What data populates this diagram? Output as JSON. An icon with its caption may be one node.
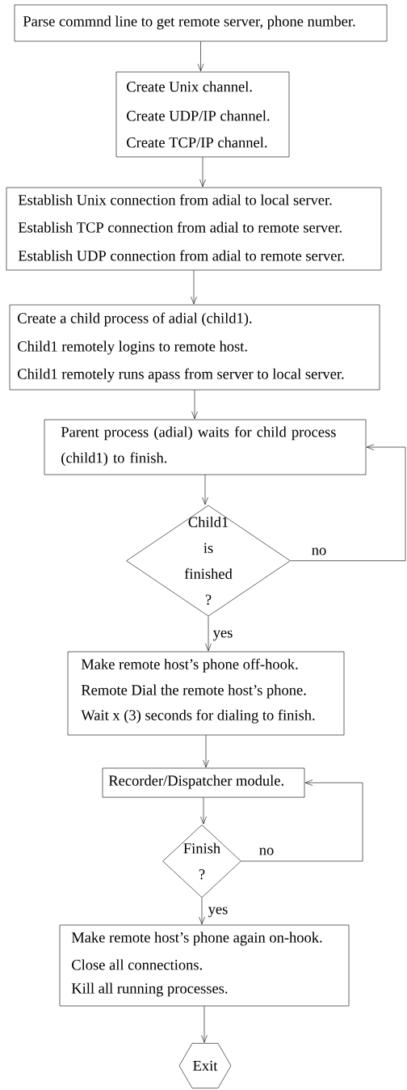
{
  "diagram": {
    "nodes": [
      {
        "text": [
          "Parse commnd line to get remote server, phone number."
        ]
      },
      {
        "text": [
          "Create Unix channel.",
          "Create UDP/IP channel.",
          "Create TCP/IP channel."
        ]
      },
      {
        "text": [
          "Establish Unix connection from adial to local server.",
          "Establish TCP connection from adial to remote server.",
          "Establish UDP connection from adial to remote server."
        ]
      },
      {
        "text": [
          "Create a child process of adial (child1).",
          "Child1 remotely logins to remote host.",
          "Child1 remotely runs apass from server to local server."
        ]
      },
      {
        "text": [
          "Parent process (adial) waits for child process (child1) to finish."
        ]
      },
      {
        "text": [
          "Child1 is finished ?"
        ]
      },
      {
        "text": [
          "Make remote host’s phone off-hook.",
          "Remote Dial the remote host’s phone.",
          "Wait x (3) seconds for dialing to finish."
        ]
      },
      {
        "text": [
          "Recorder/Dispatcher module."
        ]
      },
      {
        "text": [
          "Finish ?"
        ]
      },
      {
        "text": [
          "Make remote host’s phone again on-hook.",
          "Close all connections.",
          "Kill all running processes."
        ]
      },
      {
        "text": [
          "Exit"
        ]
      }
    ],
    "edges": [
      {
        "from": 0,
        "to": 1,
        "arrow": "to"
      },
      {
        "from": 1,
        "to": 2,
        "arrow": "to"
      },
      {
        "from": 2,
        "to": 3,
        "arrow": "to"
      },
      {
        "from": 3,
        "to": 4,
        "arrow": "to"
      },
      {
        "from": 4,
        "to": 5,
        "arrow": "to"
      },
      {
        "from": 5,
        "to": 6,
        "arrow": "to",
        "label": "yes"
      },
      {
        "from": 5,
        "to": 4,
        "arrow": "to",
        "label": "no"
      },
      {
        "from": 6,
        "to": 7,
        "arrow": "to"
      },
      {
        "from": 7,
        "to": 8,
        "arrow": "to"
      },
      {
        "from": 8,
        "to": 9,
        "arrow": "to",
        "label": "yes"
      },
      {
        "from": 8,
        "to": 7,
        "arrow": "to",
        "label": "no"
      },
      {
        "from": 9,
        "to": 10,
        "arrow": "to"
      }
    ]
  }
}
